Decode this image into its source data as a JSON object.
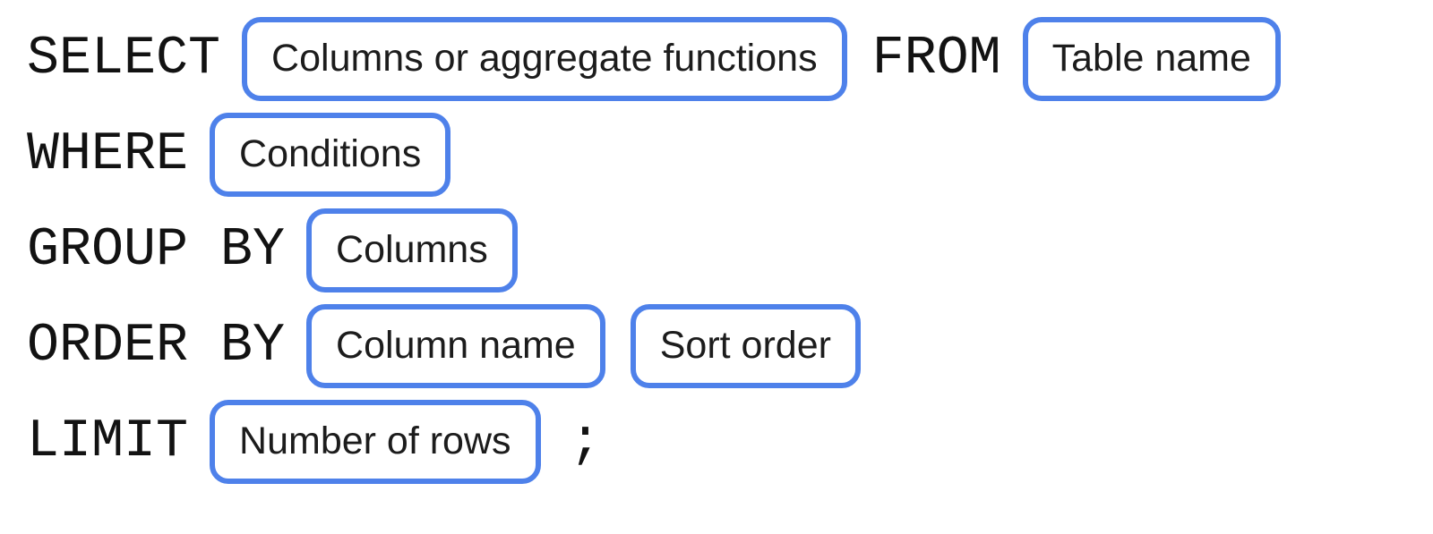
{
  "theme": {
    "background": "#ffffff",
    "box_border_color": "#4e81ea",
    "keyword_color": "#121212",
    "label_color": "#1c1c1c"
  },
  "diagram": {
    "type": "sql-query-syntax-diagram",
    "rows": [
      {
        "keyword": "SELECT",
        "box1": "Columns or aggregate functions",
        "keyword2": "FROM",
        "box2": "Table name"
      },
      {
        "keyword": "WHERE",
        "box1": "Conditions"
      },
      {
        "keyword": "GROUP BY",
        "box1": "Columns"
      },
      {
        "keyword": "ORDER BY",
        "box1": "Column name",
        "box2": "Sort order"
      },
      {
        "keyword": "LIMIT",
        "box1": "Number of rows",
        "terminator": ";"
      }
    ]
  }
}
